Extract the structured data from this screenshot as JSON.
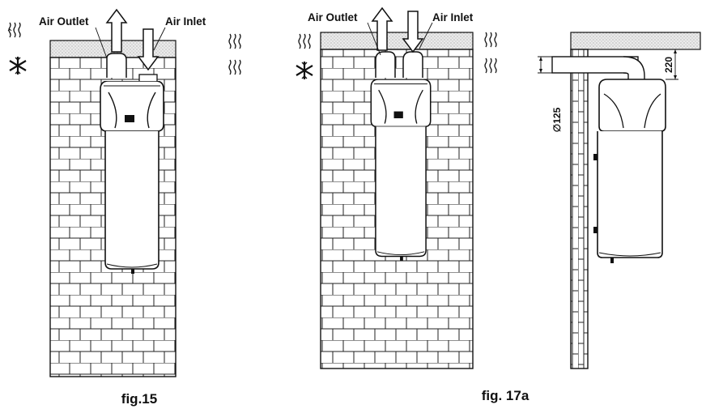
{
  "figures": [
    {
      "caption": "fig.15",
      "labels": {
        "outlet": "Air Outlet",
        "inlet": "Air Inlet"
      }
    },
    {
      "caption": "fig. 17a",
      "labels": {
        "outlet": "Air Outlet",
        "inlet": "Air Inlet"
      }
    },
    {
      "dimensions": {
        "diameter": "∅125",
        "height": "220"
      }
    }
  ],
  "icons": [
    "heat-waves-icon",
    "snowflake-icon"
  ]
}
